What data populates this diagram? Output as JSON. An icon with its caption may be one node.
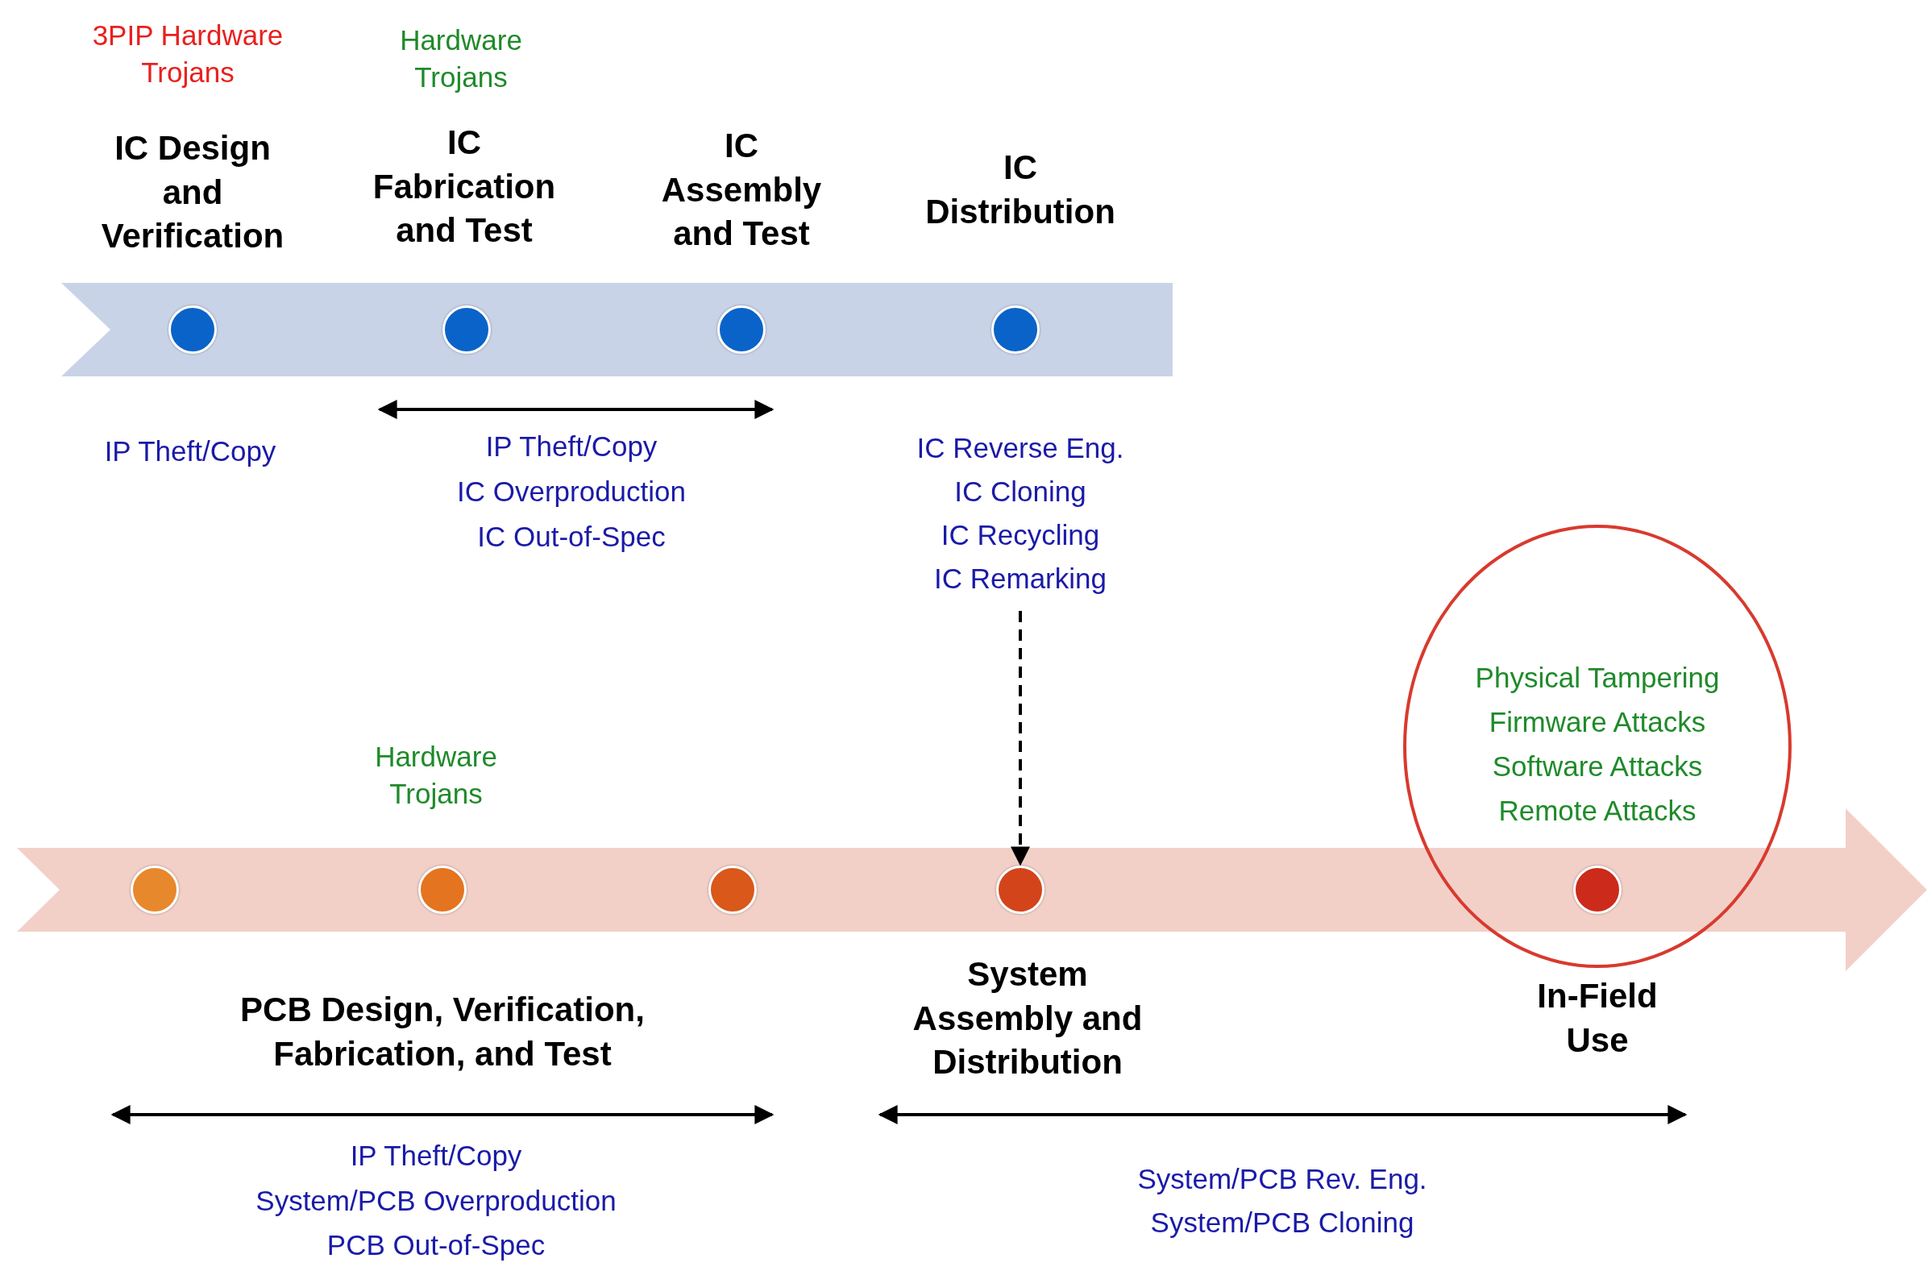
{
  "diagram": {
    "nodes": [
      {
        "text": [],
        "shape": "bar"
      },
      {
        "text": [],
        "shape": "circle",
        "in": 0,
        "beside": [
          "IC Design and Verification"
        ]
      },
      {
        "text": [],
        "shape": "circle",
        "in": 0,
        "beside": [
          "IC Fabrication and Test"
        ]
      },
      {
        "text": [],
        "shape": "circle",
        "in": 0,
        "beside": [
          "IC Assembly and Test"
        ]
      },
      {
        "text": [],
        "shape": "circle",
        "in": 0,
        "beside": [
          "IC Distribution"
        ]
      },
      {
        "text": [],
        "shape": "bar"
      },
      {
        "text": [],
        "shape": "circle",
        "in": 5
      },
      {
        "text": [],
        "shape": "circle",
        "in": 5,
        "beside": [
          "Hardware Trojans"
        ]
      },
      {
        "text": [],
        "shape": "circle",
        "in": 5
      },
      {
        "text": [],
        "shape": "circle",
        "in": 5,
        "beside": [
          "System Assembly and Distribution"
        ]
      },
      {
        "text": [],
        "shape": "circle"
      },
      {
        "text": [
          "IC Reverse Eng.",
          "IC Cloning",
          "IC Recycling",
          "IC Remarking"
        ]
      },
      {
        "text": [
          "Physical Tampering",
          "Firmware Attacks",
          "Software Attacks",
          "Remote Attacks"
        ]
      }
    ],
    "edges": [
      {
        "from": 11,
        "to": 9,
        "arrow": "to",
        "style": "dashed"
      }
    ],
    "labels": [
      "3PIP Hardware Trojans",
      "Hardware Trojans",
      "IP Theft/Copy",
      "IP Theft/Copy",
      "IC Overproduction",
      "IC Out-of-Spec",
      "PCB Design, Verification, Fabrication, and Test",
      "In-Field Use",
      "IP Theft/Copy",
      "System/PCB Overproduction",
      "PCB Out-of-Spec",
      "System/PCB Rev. Eng.",
      "System/PCB Cloning"
    ]
  }
}
